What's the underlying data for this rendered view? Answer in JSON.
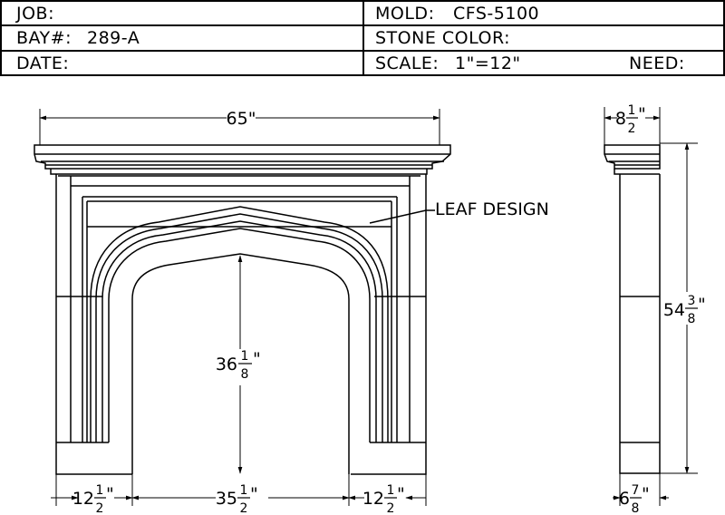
{
  "title_block": {
    "job_label": "JOB:",
    "bay_label": "BAY#:",
    "bay_value": "289-A",
    "date_label": "DATE:",
    "mold_label": "MOLD:",
    "mold_value": "CFS-5100",
    "stone_color_label": "STONE COLOR:",
    "scale_label": "SCALE:",
    "scale_value": "1\"=12\"",
    "need_label": "NEED:"
  },
  "front_view": {
    "overall_width": {
      "whole": "65\""
    },
    "opening_height": {
      "whole": "36",
      "num": "1",
      "den": "8",
      "suffix": "\""
    },
    "opening_width": {
      "whole": "35",
      "num": "1",
      "den": "2",
      "suffix": "\""
    },
    "left_leg": {
      "whole": "12",
      "num": "1",
      "den": "2",
      "suffix": "\""
    },
    "right_leg": {
      "whole": "12",
      "num": "1",
      "den": "2",
      "suffix": "\""
    },
    "callout": "LEAF DESIGN"
  },
  "side_view": {
    "shelf_depth": {
      "whole": "8",
      "num": "1",
      "den": "2",
      "suffix": "\""
    },
    "overall_height": {
      "whole": "54",
      "num": "3",
      "den": "8",
      "suffix": "\""
    },
    "leg_depth": {
      "whole": "6",
      "num": "7",
      "den": "8",
      "suffix": "\""
    }
  }
}
